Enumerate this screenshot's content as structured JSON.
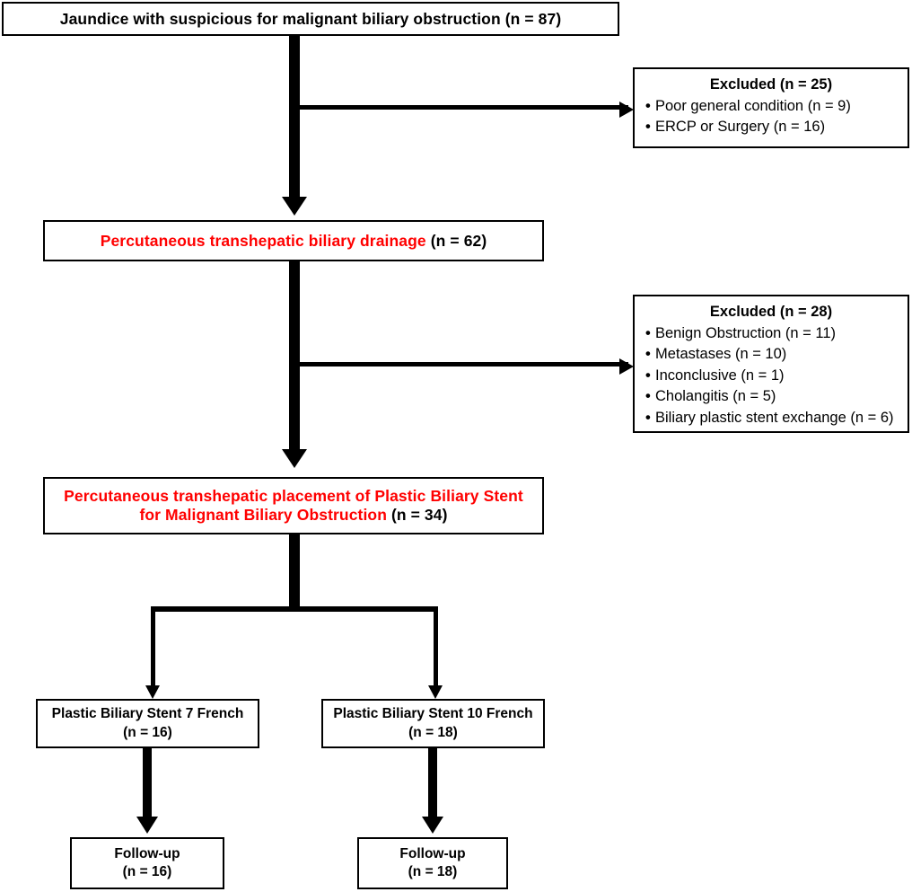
{
  "figure": {
    "type": "flowchart",
    "title": "Patient enrollment flow diagram",
    "accent_red": "#FF0000",
    "accent_black": "#000000"
  },
  "nodes": {
    "enrolled": {
      "label": "Jaundice with suspicious  for malignant biliary obstruction ",
      "count": "(n = 87)"
    },
    "drainage": {
      "label": "Percutaneous  transhepatic  biliary drainage ",
      "count": "(n = 62)"
    },
    "placement": {
      "line1": "Percutaneous  transhepatic  placement of Plastic  Biliary  Stent",
      "line2": "for Malignant  Biliary  Obstruction ",
      "count": "(n = 34)"
    },
    "stent7": {
      "label": "Plastic Biliary Stent 7 French",
      "count": "(n = 16)"
    },
    "stent10": {
      "label": "Plastic Biliary Stent 10 French",
      "count": "(n = 18)"
    },
    "followup7": {
      "label": "Follow-up",
      "count": "(n = 16)"
    },
    "followup10": {
      "label": "Follow-up",
      "count": "(n = 18)"
    }
  },
  "exclusions": [
    {
      "header": "Excluded (n = 25)",
      "items": [
        "Poor general condition (n = 9)",
        "ERCP or Surgery (n = 16)"
      ]
    },
    {
      "header": "Excluded (n = 28)",
      "items": [
        "Benign Obstruction (n = 11)",
        "Metastases (n = 10)",
        "Inconclusive (n = 1)",
        "Cholangitis (n = 5)",
        "Biliary plastic stent exchange (n = 6)"
      ]
    }
  ]
}
